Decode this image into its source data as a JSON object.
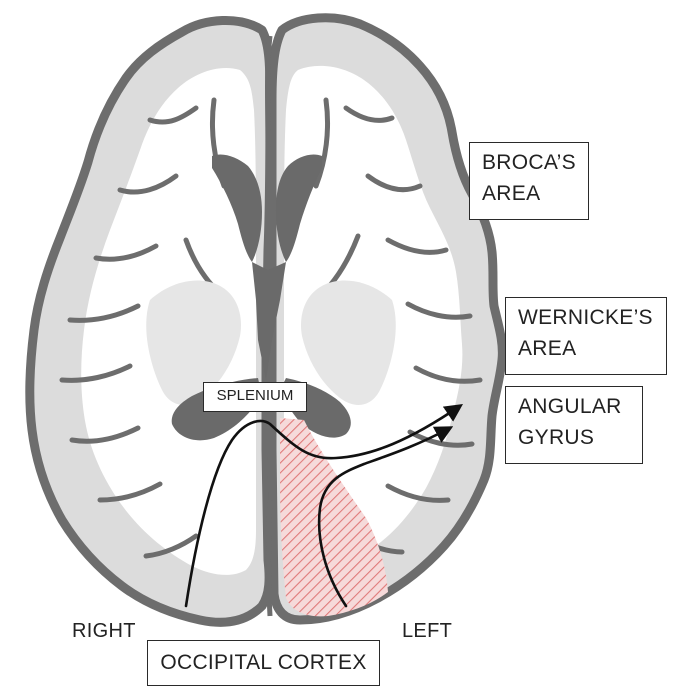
{
  "diagram": {
    "labels": {
      "broca": [
        "BROCA’S",
        "AREA"
      ],
      "wernicke": [
        "WERNICKE’S",
        "AREA"
      ],
      "angular": [
        "ANGULAR",
        "GYRUS"
      ],
      "splenium": "SPLENIUM",
      "occipital": "OCCIPITAL CORTEX",
      "right": "RIGHT",
      "left": "LEFT"
    },
    "colors": {
      "outline": "#6d6d6d",
      "gray_matter": "#dcdcdc",
      "white_matter": "#ffffff",
      "ventricle": "#6a6a6a",
      "lesion_hatch": "#e07a7a",
      "arrow": "#111111"
    }
  }
}
